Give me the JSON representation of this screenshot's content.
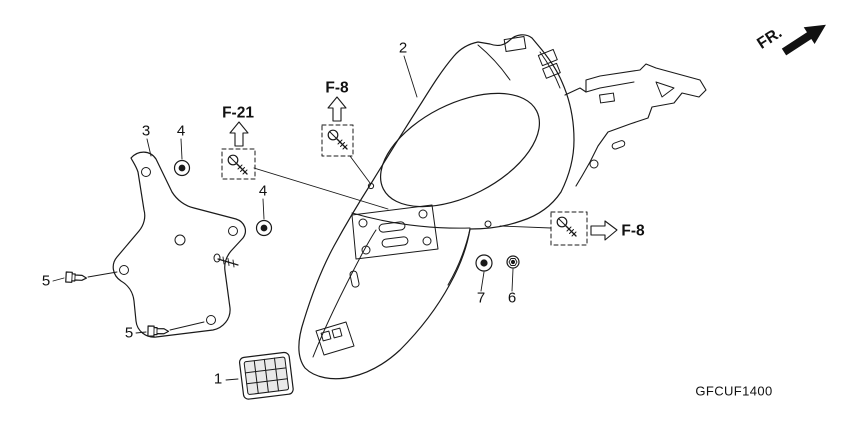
{
  "diagram_code": "GFCUF1400",
  "front_label": "FR.",
  "parts": [
    {
      "label": "1"
    },
    {
      "label": "2"
    },
    {
      "label": "3"
    },
    {
      "label": "4"
    },
    {
      "label": "4"
    },
    {
      "label": "5"
    },
    {
      "label": "5"
    },
    {
      "label": "6"
    },
    {
      "label": "7"
    }
  ],
  "refs": [
    {
      "label": "F-21"
    },
    {
      "label": "F-8"
    },
    {
      "label": "F-8"
    }
  ],
  "line_color": "#1a1a1a"
}
